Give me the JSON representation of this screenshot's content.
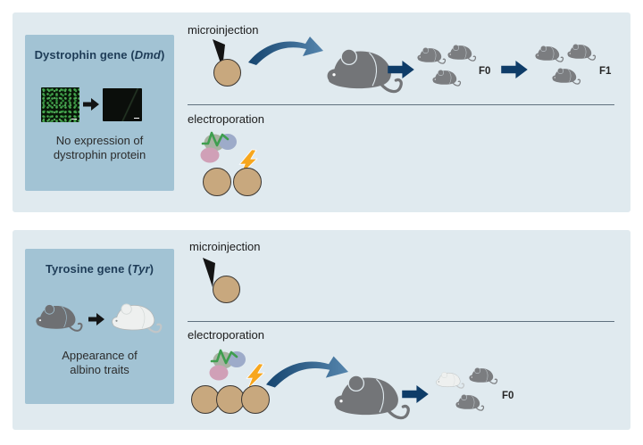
{
  "figure": {
    "type": "scientific-method-diagram",
    "topic": "CRISPR gene editing delivery methods in mice: microinjection vs electroporation"
  },
  "colors": {
    "page_bg": "#ffffff",
    "panel_bg": "#e0eaef",
    "card_bg": "#a2c3d4",
    "title_text": "#1e3c57",
    "label_text": "#1c1c1c",
    "divider": "#60707e",
    "arrow_navy": "#0e3c68",
    "swoosh_dark": "#16456f",
    "swoosh_light": "#5585ad",
    "mouse_gray": "#747679",
    "mouse_albino": "#eef0ef",
    "cell_tan": "#c8a87e",
    "bolt_orange": "#f7a61d",
    "rnp_blob_green_gray": "#a9b2a3",
    "rnp_blob_blue": "#9dabc9",
    "rnp_blob_pink": "#d0a0b7",
    "grna_green": "#3f9e4f",
    "micrograph_green": "#49ab52"
  },
  "icons": {
    "needle": "microinjection-needle-icon",
    "zygote": "zygote-cell-icon",
    "rnp": "crispr-rnp-complex-icon",
    "bolt": "electric-pulse-bolt-icon",
    "mouse": "mouse-icon",
    "swoosh": "curved-transfer-arrow-icon",
    "arrow": "next-step-arrow-icon"
  },
  "panels": [
    {
      "name": "Dystrophin",
      "card": {
        "title_prefix": "Dystrophin gene (",
        "title_gene": "Dmd",
        "title_suffix": ")",
        "caption_line1": "No expression of",
        "caption_line2": "dystrophin protein"
      },
      "microinjection_label": "microinjection",
      "electroporation_label": "electroporation",
      "f0_label": "F0",
      "f1_label": "F1"
    },
    {
      "name": "Tyrosine",
      "card": {
        "title_prefix": "Tyrosine gene (",
        "title_gene": "Tyr",
        "title_suffix": ")",
        "caption_line1": "Appearance of",
        "caption_line2": "albino traits"
      },
      "microinjection_label": "microinjection",
      "electroporation_label": "electroporation",
      "f0_label": "F0"
    }
  ]
}
